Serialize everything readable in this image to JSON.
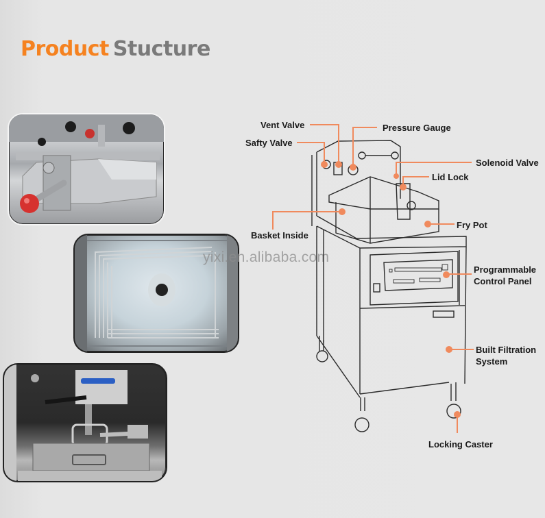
{
  "header": {
    "title_highlight": "Product",
    "title_rest": "Stucture",
    "accent_color": "#f58220",
    "title_gray": "#7a7a7a"
  },
  "photos": [
    {
      "name": "lid-lock-closeup-photo",
      "subject": "Pressure lid with red lock handle"
    },
    {
      "name": "basket-inside-photo",
      "subject": "Fry pot interior with heating elements"
    },
    {
      "name": "filtration-system-photo",
      "subject": "Built-in filtration drawer"
    }
  ],
  "watermark": "yixi.en.alibaba.com",
  "diagram": {
    "callout_color": "#f08a5d",
    "labels": {
      "vent_valve": "Vent Valve",
      "pressure_gauge": "Pressure Gauge",
      "safty_valve": "Safty Valve",
      "solenoid_valve": "Solenoid Valve",
      "lid_lock": "Lid Lock",
      "basket_inside": "Basket Inside",
      "fry_pot": "Fry Pot",
      "control_panel_line1": "Programmable",
      "control_panel_line2": "Control Panel",
      "filtration_line1": "Built Filtration",
      "filtration_line2": "System",
      "locking_caster": "Locking Caster"
    }
  }
}
